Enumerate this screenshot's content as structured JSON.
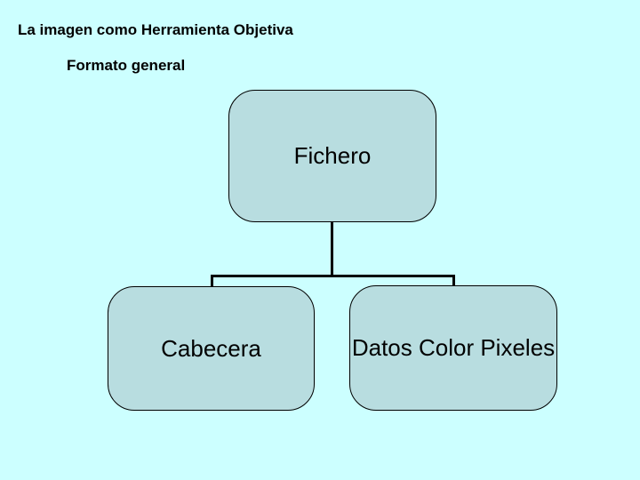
{
  "slide": {
    "title": "La imagen como Herramienta Objetiva",
    "subtitle": "Formato general",
    "colors": {
      "background": "#CCFFFF",
      "box_fill": "#B8DDE0",
      "box_border": "#000000",
      "connector": "#000000",
      "text": "#000000"
    }
  },
  "diagram": {
    "root": {
      "label": "Fichero"
    },
    "children": [
      {
        "label": "Cabecera"
      },
      {
        "label": "Datos Color Pixeles"
      }
    ]
  }
}
